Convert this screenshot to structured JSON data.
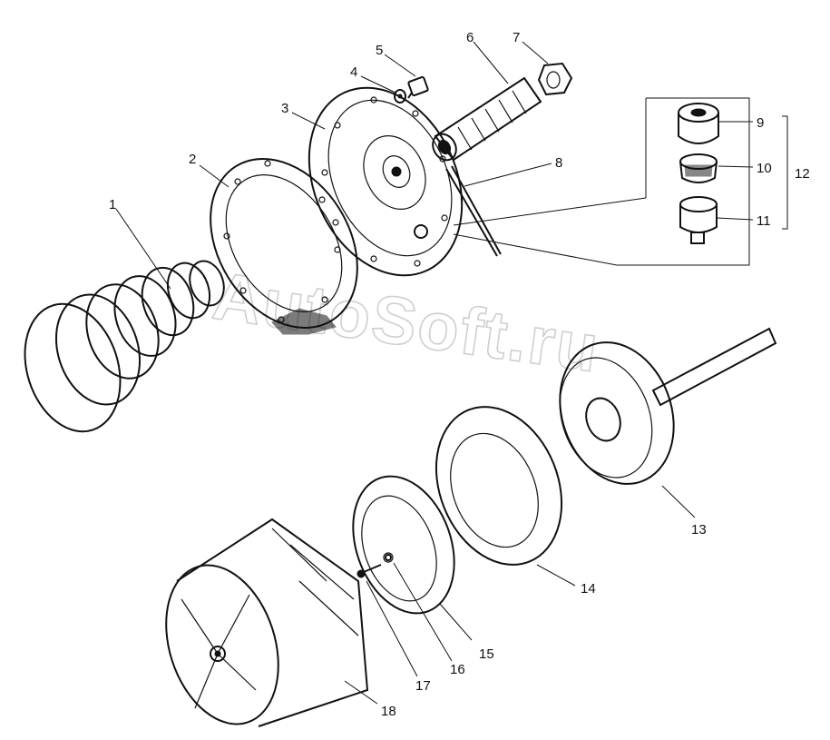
{
  "callouts": [
    "1",
    "2",
    "3",
    "4",
    "5",
    "6",
    "7",
    "8",
    "9",
    "10",
    "11",
    "12",
    "13",
    "14",
    "15",
    "16",
    "17",
    "18"
  ],
  "watermark": "AutoSoft.ru"
}
